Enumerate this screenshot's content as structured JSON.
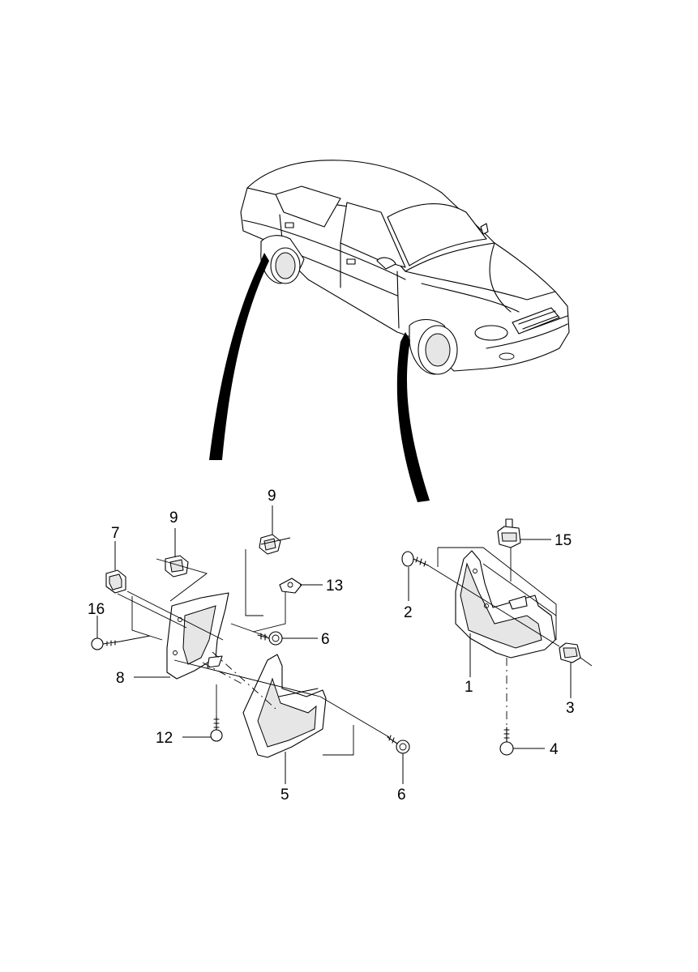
{
  "callouts": {
    "c1": "1",
    "c2": "2",
    "c3": "3",
    "c4": "4",
    "c5": "5",
    "c6a": "6",
    "c6b": "6",
    "c7": "7",
    "c8": "8",
    "c9a": "9",
    "c9b": "9",
    "c12": "12",
    "c13": "13",
    "c15": "15",
    "c16": "16"
  }
}
